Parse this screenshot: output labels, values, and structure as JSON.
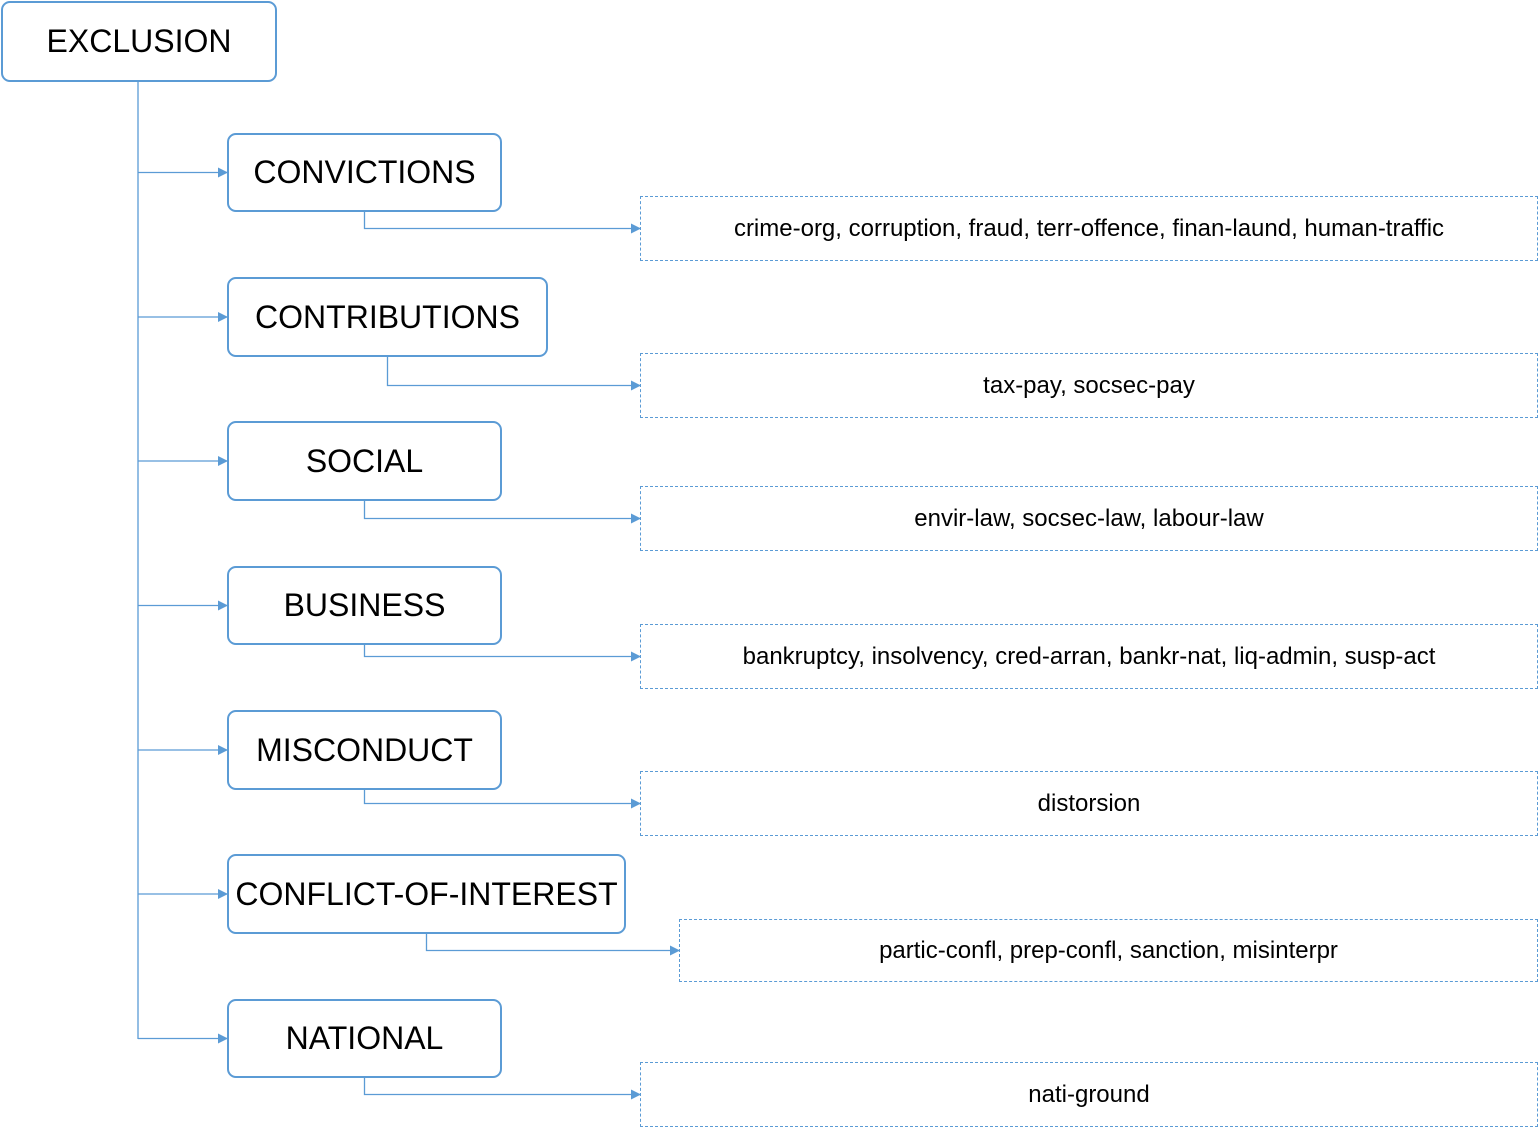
{
  "root": {
    "label": "EXCLUSION"
  },
  "colors": {
    "line": "#5b9bd5",
    "text": "#000000",
    "background": "#ffffff"
  },
  "categories": [
    {
      "label": "CONVICTIONS",
      "items": "crime-org, corruption, fraud, terr-offence, finan-laund, human-traffic"
    },
    {
      "label": "CONTRIBUTIONS",
      "items": "tax-pay, socsec-pay"
    },
    {
      "label": "SOCIAL",
      "items": "envir-law, socsec-law, labour-law"
    },
    {
      "label": "BUSINESS",
      "items": "bankruptcy, insolvency, cred-arran, bankr-nat, liq-admin, susp-act"
    },
    {
      "label": "MISCONDUCT",
      "items": "distorsion"
    },
    {
      "label": "CONFLICT-OF-INTEREST",
      "items": "partic-confl, prep-confl, sanction, misinterpr"
    },
    {
      "label": "NATIONAL",
      "items": "nati-ground"
    }
  ]
}
